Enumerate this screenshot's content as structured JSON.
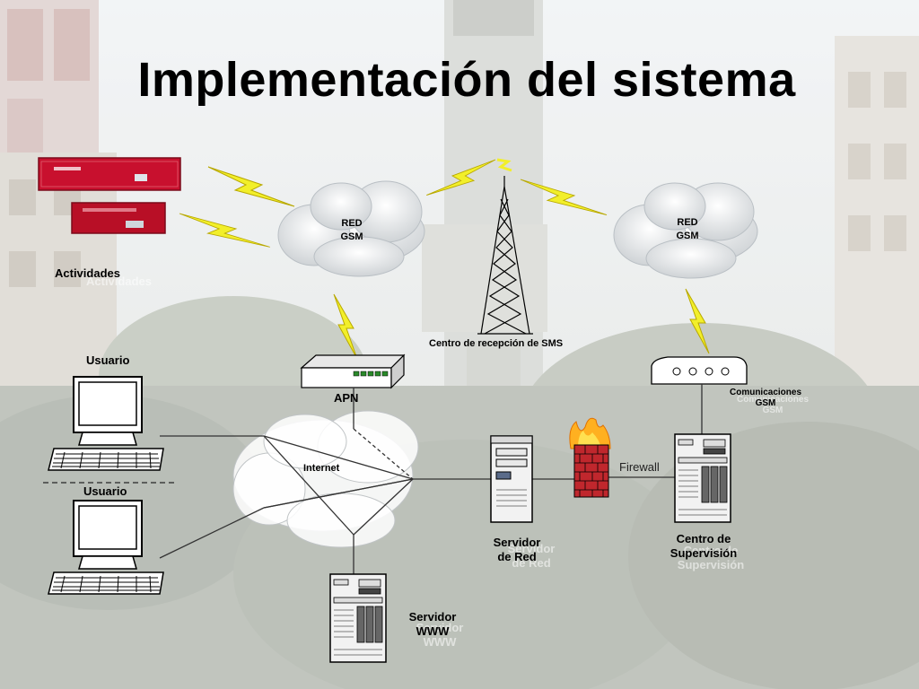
{
  "slide": {
    "title": "Implementación del sistema"
  },
  "labels": {
    "red_gsm_left": [
      "RED",
      "GSM"
    ],
    "red_gsm_right": [
      "RED",
      "GSM"
    ],
    "actividades": "Actividades",
    "centro_sms": "Centro de recepción de SMS",
    "usuario_1": "Usuario",
    "usuario_2": "Usuario",
    "apn": "APN",
    "internet": "Internet",
    "comunicaciones": [
      "Comunicaciones",
      "GSM"
    ],
    "firewall": "Firewall",
    "servidor_red": [
      "Servidor",
      "de Red"
    ],
    "centro_supervision": [
      "Centro de",
      "Supervisión"
    ],
    "servidor_www": [
      "Servidor",
      "WWW"
    ]
  },
  "colors": {
    "lightning": "#f2ef2a",
    "device_red": "#c8102e",
    "brick": "#c0272d",
    "flame": "#ffb020"
  },
  "icons": [
    "lightning-bolt-icon",
    "cloud-icon",
    "antenna-tower-icon",
    "modem-icon",
    "computer-icon",
    "server-icon",
    "firewall-icon"
  ]
}
